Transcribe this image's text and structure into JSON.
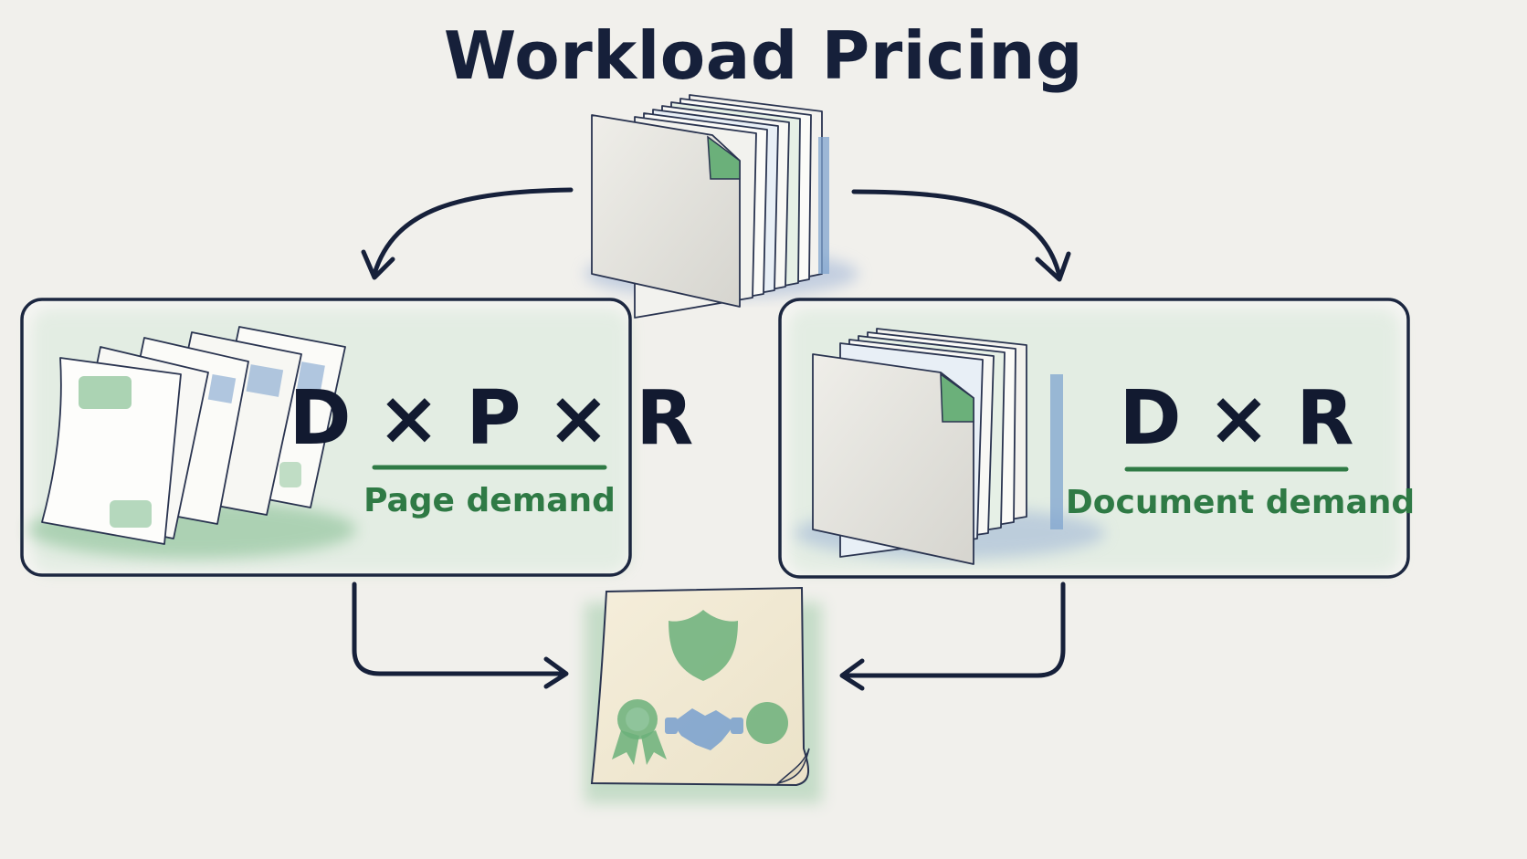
{
  "title": "Workload Pricing",
  "left_panel": {
    "formula": "D × P × R",
    "label": "Page demand"
  },
  "right_panel": {
    "formula": "D × R",
    "label": "Document demand"
  },
  "colors": {
    "ink": "#16203a",
    "green": "#2f7a45",
    "wash_green": "#8fc49b",
    "wash_blue": "#7fa4cf",
    "paper": "#f1f0ec"
  },
  "icons": {
    "top": "document-stack-icon",
    "left": "page-fan-icon",
    "right": "document-stack-icon",
    "bottom": "contract-certificate-icon",
    "bottom_shield": "shield-icon",
    "bottom_ribbon": "award-ribbon-icon",
    "bottom_handshake": "handshake-icon",
    "bottom_seal": "seal-icon"
  }
}
